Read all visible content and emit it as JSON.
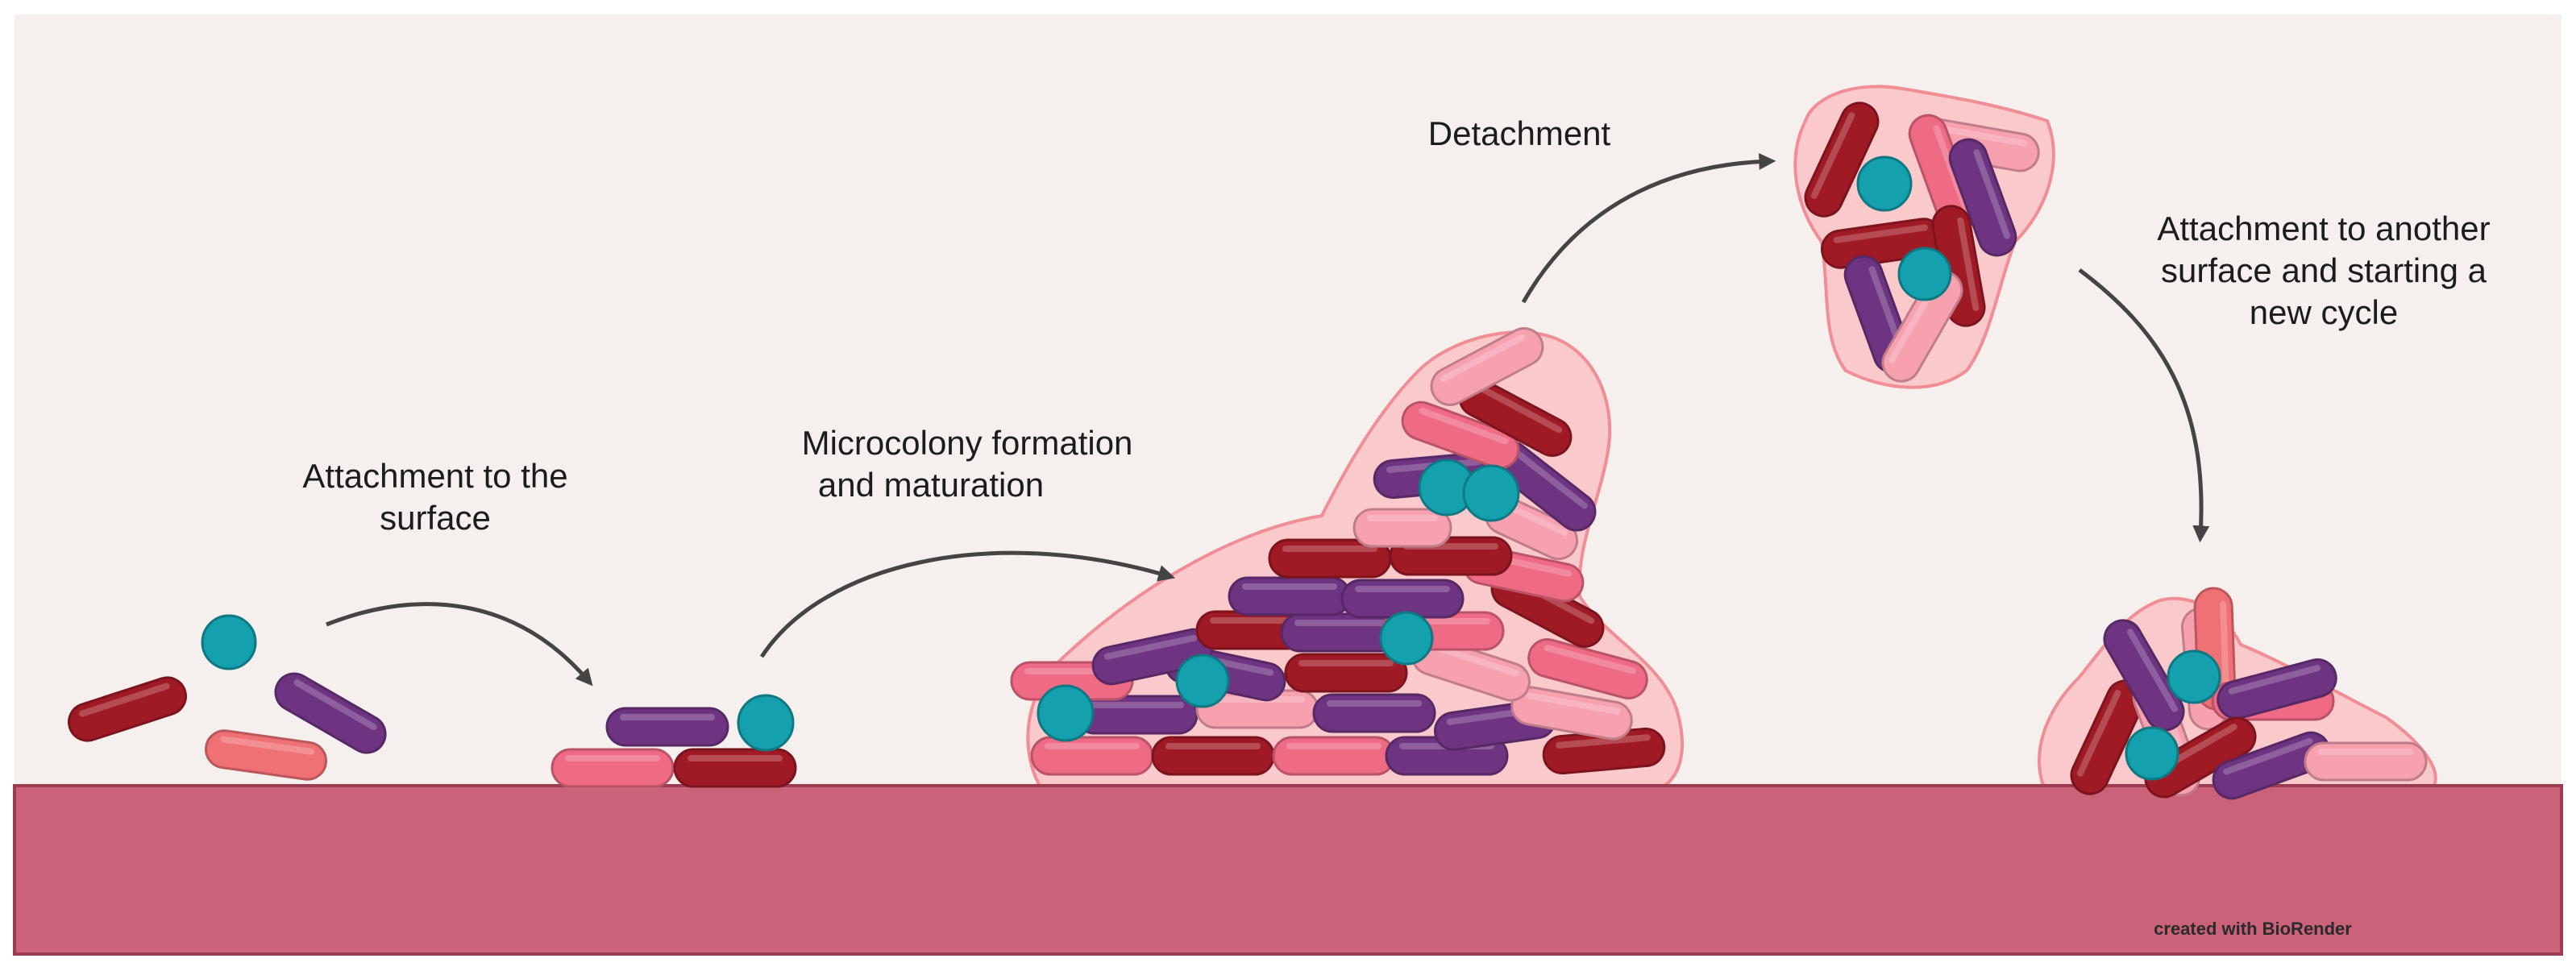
{
  "labels": {
    "attachment_line1": "Attachment to the",
    "attachment_line2": "surface",
    "microcolony_line1": "Microcolony formation",
    "microcolony_line2": "and maturation",
    "detachment": "Detachment",
    "reattach_line1": "Attachment to another",
    "reattach_line2": "surface and starting a",
    "reattach_line3": "new cycle"
  },
  "credit": "created with BioRender",
  "colors": {
    "background": "#f5efee",
    "surface": "#cb6279",
    "surface_edge": "#9c3b52",
    "matrix_fill": "#f9c9cc",
    "matrix_edge": "#f08d95",
    "arrow": "#444444",
    "bacterium_dark_red": "#a01a25",
    "bacterium_purple": "#6e3482",
    "bacterium_pink": "#ef6a84",
    "bacterium_light_pink": "#f6a0b0",
    "bacterium_coral": "#ef7075",
    "coccus_teal": "#14a0ad"
  }
}
